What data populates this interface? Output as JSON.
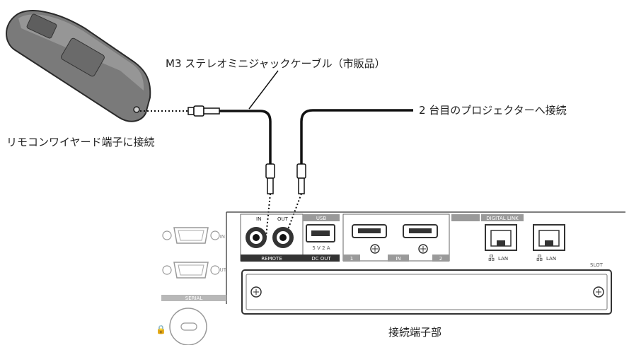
{
  "labels": {
    "cable": "M3 ステレオミニジャックケーブル（市販品）",
    "second_projector": "2 台目のプロジェクターへ接続",
    "remote_terminal": "リモコンワイヤード端子に接続",
    "terminal_section": "接続端子部"
  },
  "panel": {
    "remote_in": "IN",
    "remote_out": "OUT",
    "remote_label": "REMOTE",
    "usb_label": "USB",
    "usb_spec": "5 V 2 A",
    "dc_out": "DC OUT",
    "hdmi_1": "1",
    "hdmi_in": "IN",
    "hdmi_2": "2",
    "digital_link": "DIGITAL LINK",
    "lan_1": "LAN",
    "lan_2": "LAN",
    "slot": "SLOT",
    "serial": "SERIAL",
    "serial_in": "IN",
    "serial_out": "OUT"
  },
  "colors": {
    "cable": "#111111",
    "panel_dark": "#333333",
    "panel_mid": "#9a9a9a",
    "panel_light": "#d4d4d4"
  }
}
